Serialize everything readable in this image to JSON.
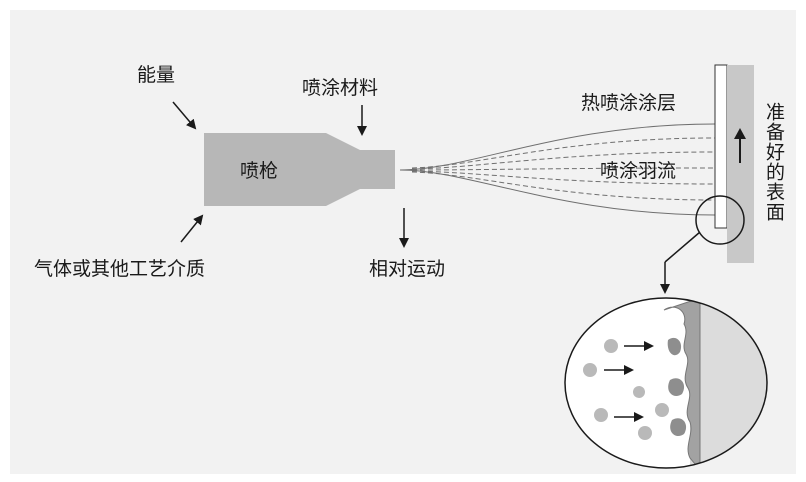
{
  "labels": {
    "energy": "能量",
    "spray_material": "喷涂材料",
    "spray_gun": "喷枪",
    "gas_medium": "气体或其他工艺介质",
    "relative_motion": "相对运动",
    "thermal_coating": "热喷涂涂层",
    "spray_plume": "喷涂羽流",
    "prepared_surface": "准备好的表面"
  },
  "colors": {
    "background": "#ffffff",
    "frame": "#f2f2f2",
    "gun_body": "#b7b7b7",
    "substrate": "#c8c8c8",
    "coating": "#9c9c9c",
    "particle": "#b9b9b9",
    "line": "#1a1a1a"
  }
}
